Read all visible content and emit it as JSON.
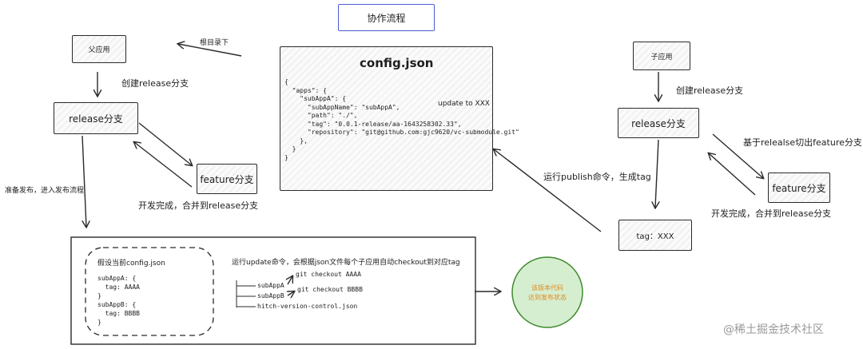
{
  "title": "协作流程",
  "parent": {
    "app": "父应用",
    "create_branch": "创建release分支",
    "release": "release分支",
    "feature": "feature分支",
    "merge_note": "开发完成，合并到release分支",
    "root_dir": "根目录下",
    "prepare_release": "准备发布，进入发布流程"
  },
  "child": {
    "app": "子应用",
    "create_branch": "创建release分支",
    "release": "release分支",
    "cut_feature": "基于relealse切出feature分支",
    "feature": "feature分支",
    "merge_note": "开发完成，合并到release分支",
    "tag": "tag：XXX",
    "publish_note": "运行publish命令，生成tag"
  },
  "config": {
    "heading": "config.json",
    "code_lines": [
      "{",
      "  \"apps\": {",
      "    \"subAppA\": {",
      "      \"subAppName\": \"subAppA\",",
      "      \"path\": \"./\",",
      "      \"tag\": \"0.0.1-release/aa-1643258302.33\",",
      "      \"repository\": \"git@github.com:gjc9620/vc-submodule.git\"",
      "    },",
      "  }",
      "}"
    ],
    "update_note": "update to XXX"
  },
  "update_panel": {
    "assume_title": "假设当前config.json",
    "assume_lines": [
      "subAppA: {",
      "  tag: AAAA",
      "}",
      "subAppB: {",
      "  tag: BBBB",
      "}"
    ],
    "run_update": "运行update命令，会根据json文件每个子应用自动checkout到对应tag",
    "tree_items": [
      "subAppA",
      "subAppB",
      "hitch-version-control.json"
    ],
    "checkout_a": "git checkout AAAA",
    "checkout_b": "git checkout BBBB"
  },
  "final_state": [
    "该版本代码",
    "达到发布状态"
  ],
  "watermark": "@稀土掘金技术社区",
  "colors": {
    "stroke": "#2a2a2a",
    "circle_fill": "#d6eed0",
    "circle_stroke": "#3f8a2e",
    "circle_text": "#e08a1e",
    "title_border": "#4b5bd4",
    "watermark": "#9a9a9a"
  }
}
